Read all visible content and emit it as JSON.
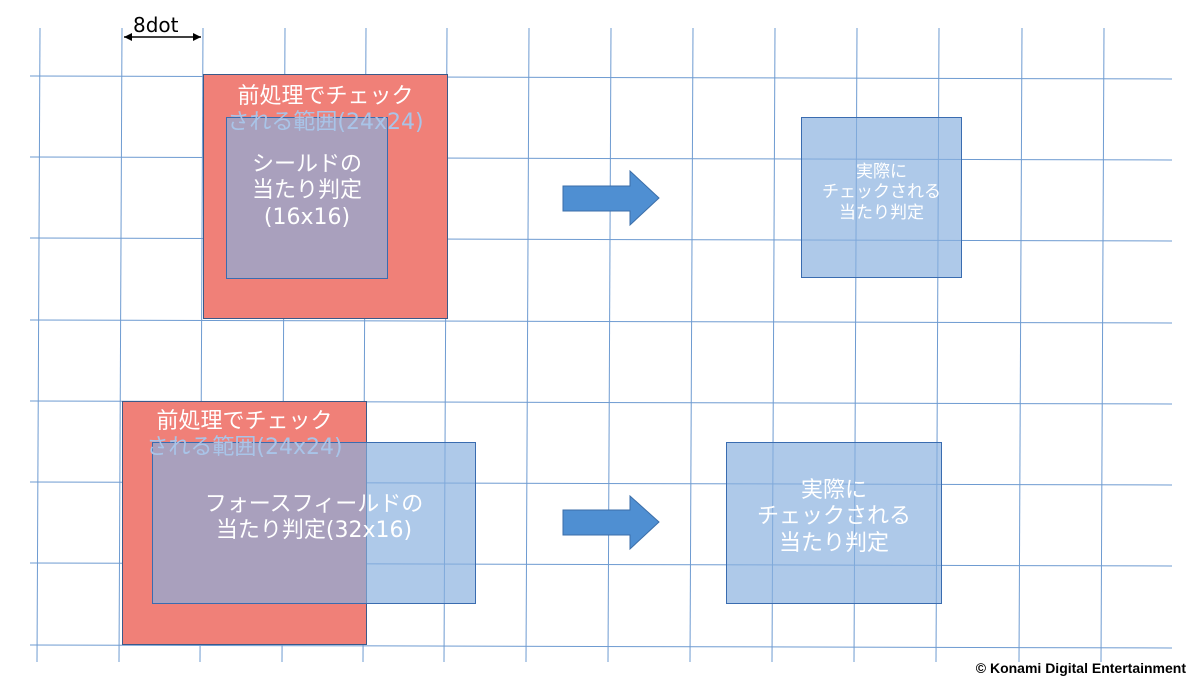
{
  "ruler": {
    "label": "8dot"
  },
  "top": {
    "precheck_line1": "前処理でチェック",
    "precheck_line2": "される範囲(24x24)",
    "shield_line1": "シールドの",
    "shield_line2": "当たり判定",
    "shield_line3": "(16x16)",
    "result_line1": "実際に",
    "result_line2": "チェックされる",
    "result_line3": "当たり判定"
  },
  "bottom": {
    "precheck_line1": "前処理でチェック",
    "precheck_line2": "される範囲(24x24)",
    "field_line1": "フォースフィールドの",
    "field_line2": "当たり判定(32x16)",
    "result_line1": "実際に",
    "result_line2": "チェックされる",
    "result_line3": "当たり判定"
  },
  "copyright": "© Konami Digital Entertainment",
  "colors": {
    "grid": "#6e9bd1",
    "precheck_fill": "#f08078",
    "hitbox_fill": "#87afde",
    "arrow": "#4f8fd2"
  },
  "icons": [
    "right-arrow-icon",
    "double-arrow-icon"
  ]
}
